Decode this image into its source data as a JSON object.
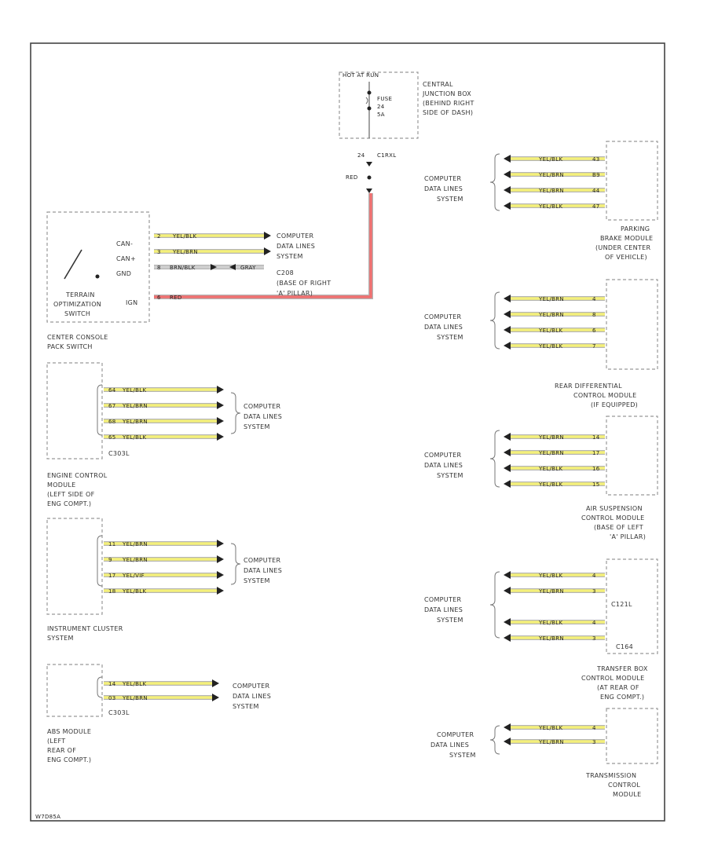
{
  "diagram": {
    "footer_code": "W7D85A",
    "fuse_box": {
      "title": "HOT AT RUN",
      "lines": [
        "FUSE",
        "24",
        "5A"
      ],
      "desc": [
        "CENTRAL",
        "JUNCTION BOX",
        "(BEHIND RIGHT",
        "SIDE OF DASH)"
      ],
      "pin": "24",
      "conn": "C1RXL",
      "wire": "RED"
    },
    "terrain_switch": {
      "pins": [
        "CAN-",
        "CAN+",
        "GND",
        "IGN"
      ],
      "name": [
        "TERRAIN",
        "OPTIMIZATION",
        "SWITCH"
      ],
      "parent": [
        "CENTER CONSOLE",
        "PACK SWITCH"
      ],
      "wires": [
        {
          "pin": "2",
          "color": "YEL/BLK"
        },
        {
          "pin": "3",
          "color": "YEL/BRN"
        },
        {
          "pin": "8",
          "color": "BRN/BLK"
        },
        {
          "pin": "6",
          "color": "RED"
        }
      ],
      "gray_label": "GRAY",
      "dest": [
        "COMPUTER",
        "DATA LINES",
        "SYSTEM"
      ],
      "ground": [
        "C208",
        "(BASE OF RIGHT",
        "'A' PILLAR)"
      ]
    },
    "engine_module": {
      "wires": [
        {
          "pin": "64",
          "color": "YEL/BLK"
        },
        {
          "pin": "67",
          "color": "YEL/BRN"
        },
        {
          "pin": "68",
          "color": "YEL/BRN"
        },
        {
          "pin": "65",
          "color": "YEL/BLK"
        }
      ],
      "conn": "C303L",
      "name": [
        "ENGINE CONTROL",
        "MODULE",
        "(LEFT SIDE OF",
        "ENG COMPT.)"
      ],
      "dest": [
        "COMPUTER",
        "DATA LINES",
        "SYSTEM"
      ]
    },
    "instrument_cluster": {
      "wires": [
        {
          "pin": "11",
          "color": "YEL/BRN"
        },
        {
          "pin": "9",
          "color": "YEL/BRN"
        },
        {
          "pin": "17",
          "color": "YEL/VIF"
        },
        {
          "pin": "18",
          "color": "YEL/BLK"
        }
      ],
      "name": [
        "INSTRUMENT CLUSTER",
        "SYSTEM"
      ],
      "dest": [
        "COMPUTER",
        "DATA LINES",
        "SYSTEM"
      ]
    },
    "abs_module": {
      "wires": [
        {
          "pin": "14",
          "color": "YEL/BLK"
        },
        {
          "pin": "03",
          "color": "YEL/BRN"
        }
      ],
      "conn": "C303L",
      "name": [
        "ABS MODULE",
        "(LEFT",
        "REAR OF",
        "ENG COMPT.)"
      ],
      "dest": [
        "COMPUTER",
        "DATA LINES",
        "SYSTEM"
      ]
    },
    "parking_brake": {
      "wires": [
        {
          "pin": "43",
          "color": "YEL/BLK"
        },
        {
          "pin": "B9",
          "color": "YEL/BRN"
        },
        {
          "pin": "44",
          "color": "YEL/BRN"
        },
        {
          "pin": "47",
          "color": "YEL/BLK"
        }
      ],
      "name": [
        "PARKING",
        "BRAKE MODULE",
        "(UNDER CENTER",
        "OF VEHICLE)"
      ],
      "dest": [
        "COMPUTER",
        "DATA LINES",
        "SYSTEM"
      ]
    },
    "rear_diff": {
      "wires": [
        {
          "pin": "4",
          "color": "YEL/BRN"
        },
        {
          "pin": "8",
          "color": "YEL/BRN"
        },
        {
          "pin": "6",
          "color": "YEL/BLK"
        },
        {
          "pin": "7",
          "color": "YEL/BLK"
        }
      ],
      "name": [
        "REAR DIFFERENTIAL",
        "CONTROL MODULE",
        "(IF EQUIPPED)"
      ],
      "dest": [
        "COMPUTER",
        "DATA LINES",
        "SYSTEM"
      ]
    },
    "air_suspension": {
      "wires": [
        {
          "pin": "14",
          "color": "YEL/BRN"
        },
        {
          "pin": "17",
          "color": "YEL/BRN"
        },
        {
          "pin": "16",
          "color": "YEL/BLK"
        },
        {
          "pin": "15",
          "color": "YEL/BLK"
        }
      ],
      "name": [
        "AIR SUSPENSION",
        "CONTROL MODULE",
        "(BASE OF LEFT",
        "'A' PILLAR)"
      ],
      "dest": [
        "COMPUTER",
        "DATA LINES",
        "SYSTEM"
      ]
    },
    "transfer_box": {
      "wires": [
        {
          "pin": "4",
          "color": "YEL/BLK"
        },
        {
          "pin": "3",
          "color": "YEL/BRN"
        },
        {
          "pin": "4",
          "color": "YEL/BLK"
        },
        {
          "pin": "3",
          "color": "YEL/BRN"
        }
      ],
      "conn_top": "C121L",
      "conn_bot": "C164",
      "name": [
        "TRANSFER BOX",
        "CONTROL MODULE",
        "(AT REAR OF",
        "ENG COMPT.)"
      ],
      "dest": [
        "COMPUTER",
        "DATA LINES",
        "SYSTEM"
      ]
    },
    "transmission": {
      "wires": [
        {
          "pin": "4",
          "color": "YEL/BLK"
        },
        {
          "pin": "3",
          "color": "YEL/BRN"
        }
      ],
      "name": [
        "TRANSMISSION",
        "CONTROL",
        "MODULE"
      ],
      "dest": [
        "COMPUTER",
        "DATA LINES",
        "SYSTEM"
      ]
    },
    "colors": {
      "yellow": "#f4f07a",
      "red": "#f07070",
      "gray": "#d0d0d0",
      "frame": "#444444"
    }
  }
}
